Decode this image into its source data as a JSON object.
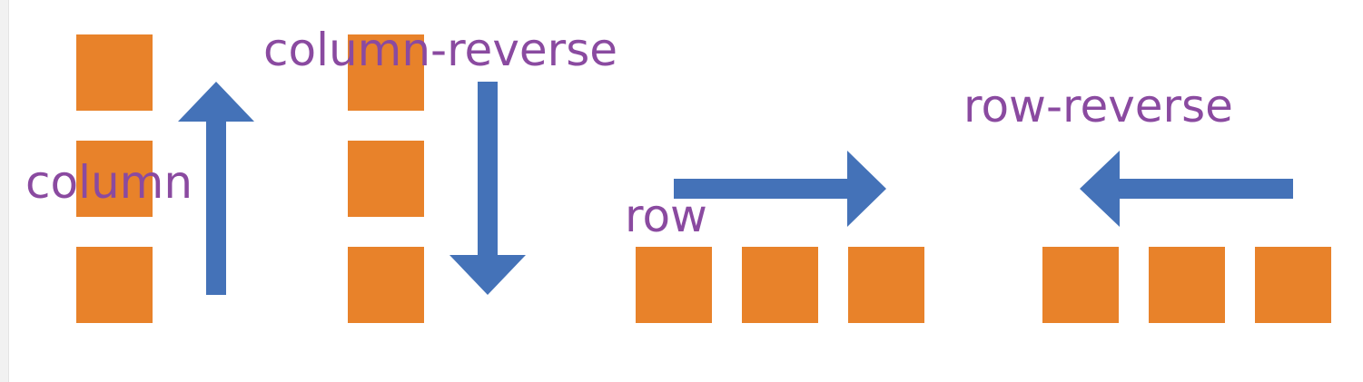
{
  "colors": {
    "box": "#e8822a",
    "arrow": "#4472b8",
    "label": "#8a4aa0"
  },
  "groups": [
    {
      "label": "column",
      "direction": "up",
      "boxes": 3
    },
    {
      "label": "column-reverse",
      "direction": "down",
      "boxes": 3
    },
    {
      "label": "row",
      "direction": "right",
      "boxes": 3
    },
    {
      "label": "row-reverse",
      "direction": "left",
      "boxes": 3
    }
  ]
}
